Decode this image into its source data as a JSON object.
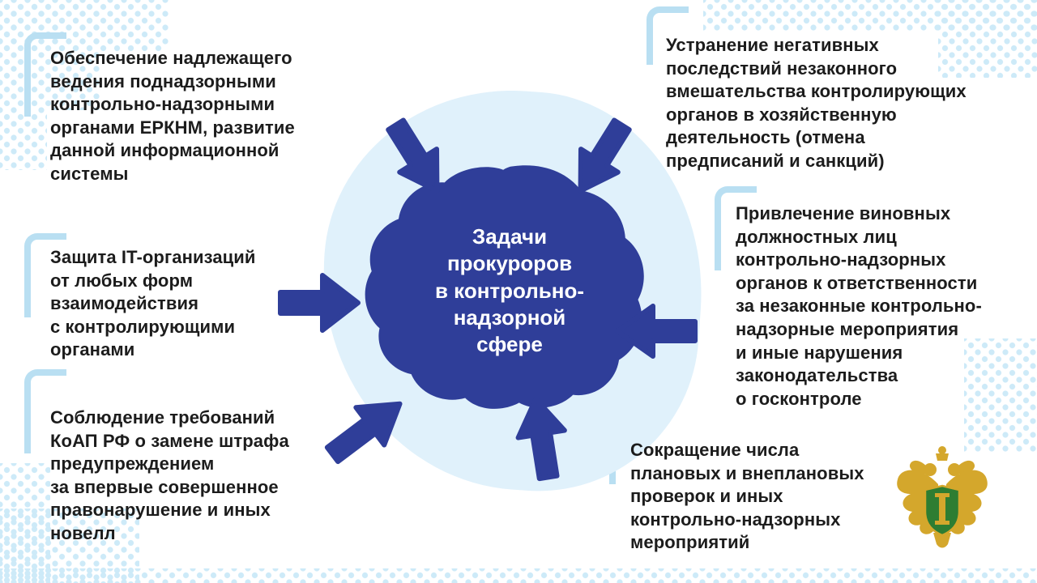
{
  "center": {
    "title": "Задачи\nпрокуроров\nв контрольно-\nнадзорной\nсфере"
  },
  "tasks": [
    {
      "position": "top-left",
      "text": "Обеспечение надлежащего\nведения поднадзорными\nконтрольно-надзорными\nорганами ЕРКНМ, развитие\nданной информационной\nсистемы"
    },
    {
      "position": "top-right",
      "text": "Устранение негативных\nпоследствий незаконного\nвмешательства контролирующих\nорганов в хозяйственную\nдеятельность (отмена\nпредписаний и санкций)"
    },
    {
      "position": "middle-left",
      "text": "Защита IT-организаций\nот любых форм\nвзаимодействия\nс контролирующими\nорганами"
    },
    {
      "position": "middle-right",
      "text": "Привлечение виновных\nдолжностных лиц\nконтрольно-надзорных\nорганов к ответственности\nза незаконные контрольно-\nнадзорные мероприятия\nи иные нарушения\nзаконодательства\nо госконтроле"
    },
    {
      "position": "bottom-left",
      "text": "Соблюдение требований\nКоАП РФ о замене штрафа\nпредупреждением\nза впервые совершенное\nправонарушение и иных\nновелл"
    },
    {
      "position": "bottom-right",
      "text": "Сокращение числа\nплановых и внеплановых\nпроверок и иных\nконтрольно-надзорных\nмероприятий"
    }
  ],
  "icons": {
    "arrow": "block-arrow",
    "bracket": "corner-bracket",
    "dots": "halftone-dot-pattern",
    "emblem": "prosecutor-office-emblem"
  },
  "colors": {
    "primary_blue": "#2f3e99",
    "light_blob": "#e0f1fb",
    "bracket_blue": "#b9dff2",
    "dot_blue": "#cdeaf8",
    "text_dark": "#1c1c1c",
    "emblem_gold": "#d4a72c",
    "emblem_green": "#2e7d32"
  }
}
